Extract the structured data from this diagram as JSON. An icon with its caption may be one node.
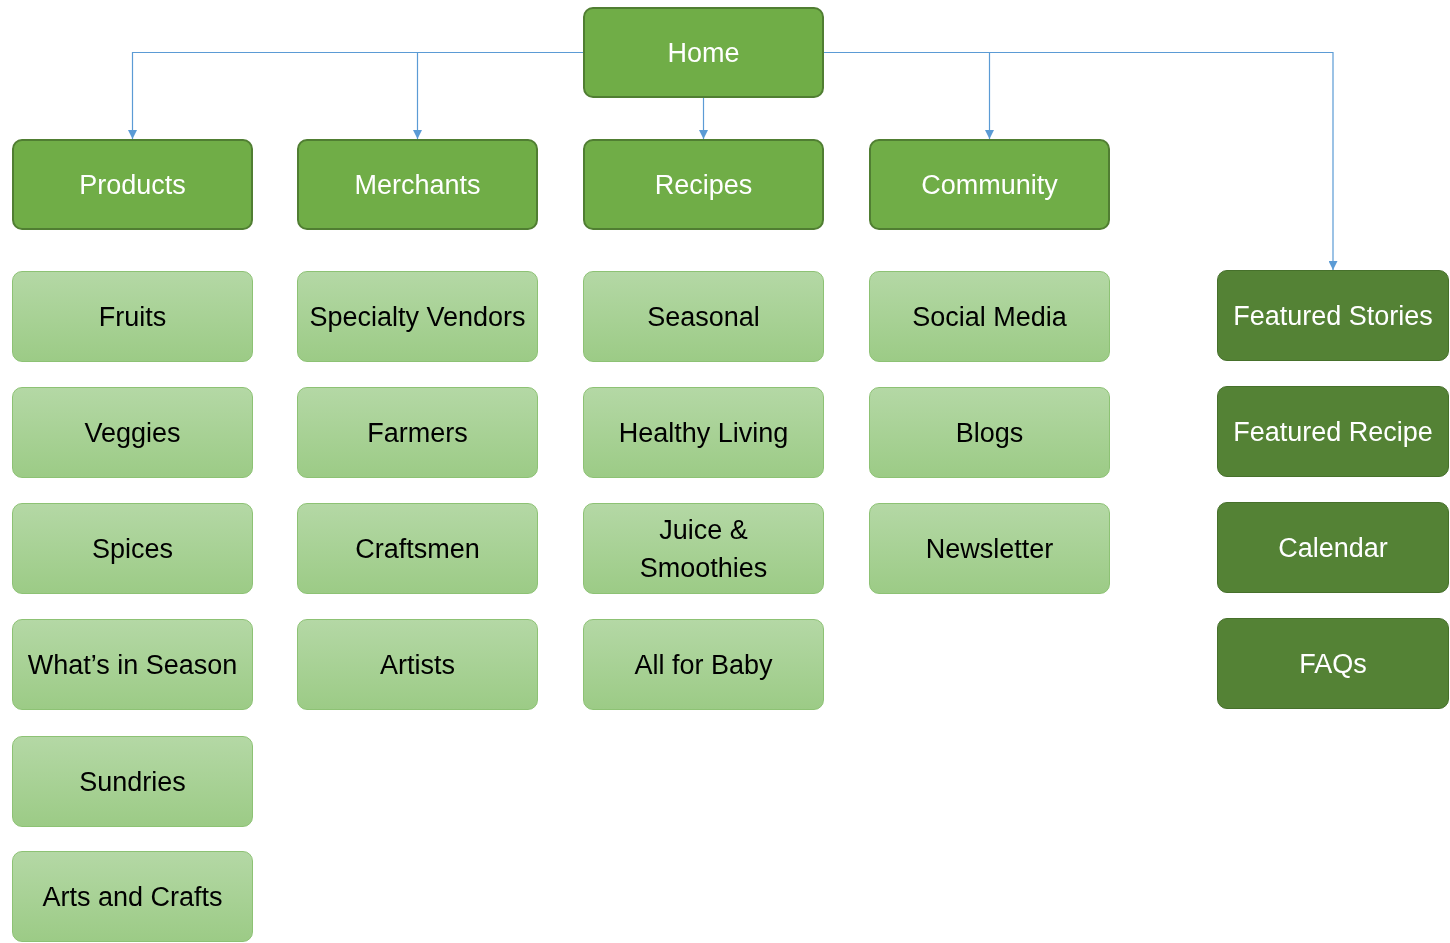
{
  "diagram": {
    "nodes": [
      {
        "text": [
          "Home"
        ]
      },
      {
        "text": [
          "Products"
        ]
      },
      {
        "text": [
          "Merchants"
        ]
      },
      {
        "text": [
          "Recipes"
        ]
      },
      {
        "text": [
          "Community"
        ]
      },
      {
        "text": [
          "Fruits"
        ]
      },
      {
        "text": [
          "Veggies"
        ]
      },
      {
        "text": [
          "Spices"
        ]
      },
      {
        "text": [
          "What’s in Season"
        ]
      },
      {
        "text": [
          "Sundries"
        ]
      },
      {
        "text": [
          "Arts and Crafts"
        ]
      },
      {
        "text": [
          "Specialty Vendors"
        ]
      },
      {
        "text": [
          "Farmers"
        ]
      },
      {
        "text": [
          "Craftsmen"
        ]
      },
      {
        "text": [
          "Artists"
        ]
      },
      {
        "text": [
          "Seasonal"
        ]
      },
      {
        "text": [
          "Healthy Living"
        ]
      },
      {
        "text": [
          "Juice & Smoothies"
        ]
      },
      {
        "text": [
          "All for Baby"
        ]
      },
      {
        "text": [
          "Social Media"
        ]
      },
      {
        "text": [
          "Blogs"
        ]
      },
      {
        "text": [
          "Newsletter"
        ]
      },
      {
        "text": [
          "Featured Stories"
        ]
      },
      {
        "text": [
          "Featured Recipe"
        ]
      },
      {
        "text": [
          "Calendar"
        ]
      },
      {
        "text": [
          "FAQs"
        ]
      }
    ],
    "edges": [
      {
        "from": 0,
        "to": 1,
        "arrow": "to"
      },
      {
        "from": 0,
        "to": 2,
        "arrow": "to"
      },
      {
        "from": 0,
        "to": 3,
        "arrow": "to"
      },
      {
        "from": 0,
        "to": 4,
        "arrow": "to"
      },
      {
        "from": 0,
        "to": 22,
        "arrow": "to"
      }
    ]
  }
}
